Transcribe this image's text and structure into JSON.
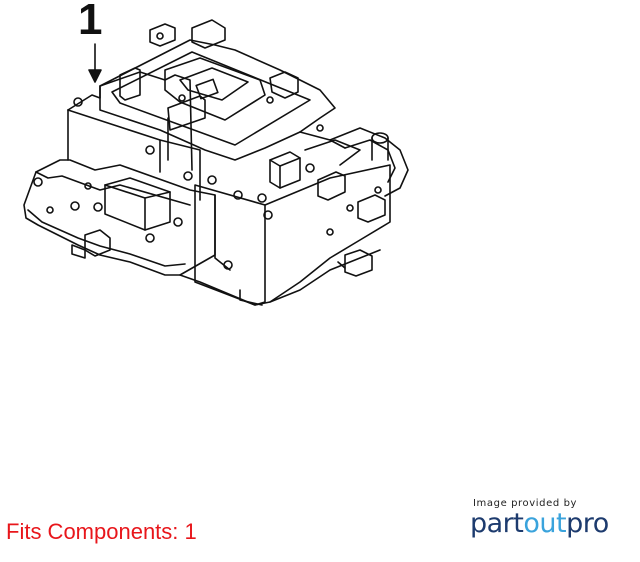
{
  "diagram": {
    "callout_number": "1",
    "part_icon": "inverter-assembly-line-drawing"
  },
  "footer": {
    "fits_components": "Fits Components: 1",
    "credit_caption": "Image provided by",
    "brand_part1": "part",
    "brand_part2": "out",
    "brand_part3": "pro",
    "fits_color": "#e8161b",
    "brand_dark": "#1d3b6e",
    "brand_light": "#3aa3dc"
  }
}
